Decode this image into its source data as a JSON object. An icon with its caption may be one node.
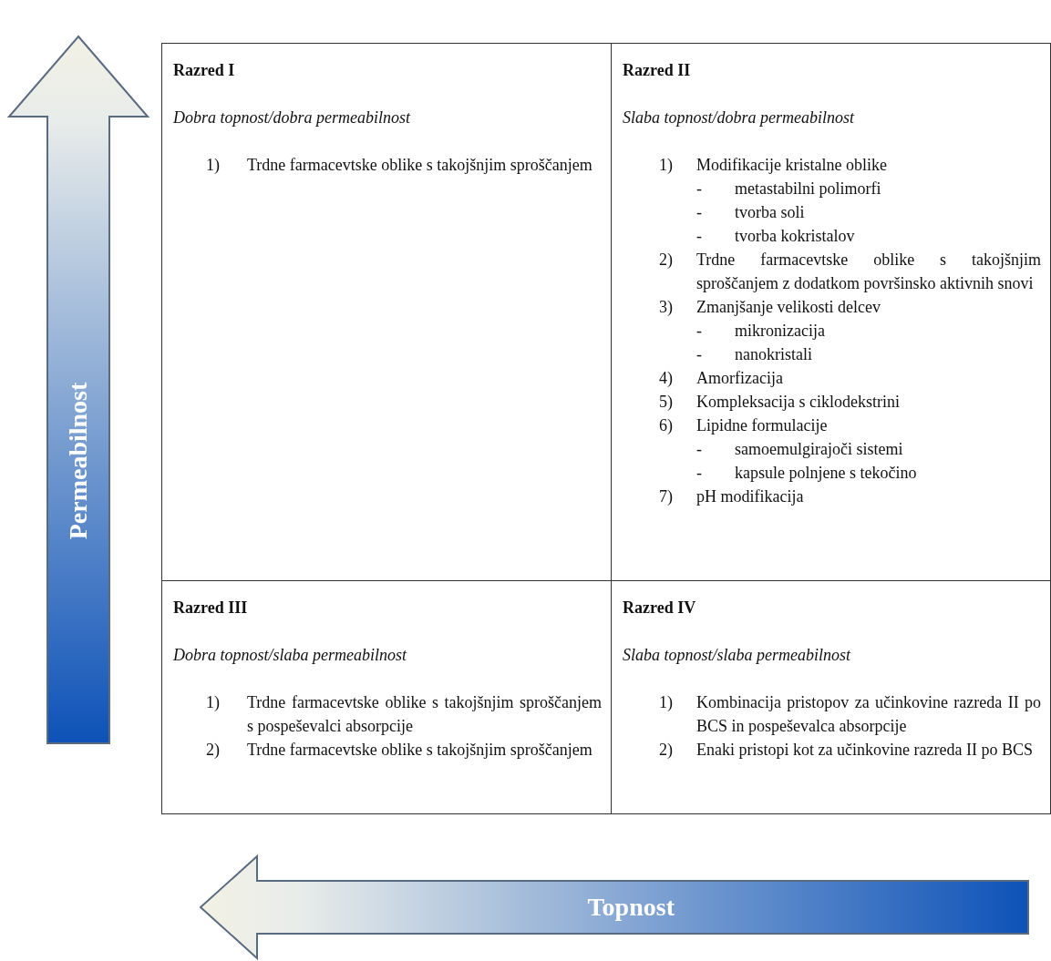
{
  "diagram": {
    "nodes": [
      {
        "text": [
          "Razred I",
          "Dobra topnost/dobra permeabilnost",
          "1) Trdne farmacevtske oblike s takojšnjim sproščanjem"
        ]
      },
      {
        "text": [
          "Razred II",
          "Slaba topnost/dobra permeabilnost",
          "1) Modifikacije kristalne oblike",
          "- metastabilni polimorfi",
          "- tvorba soli",
          "- tvorba kokristalov",
          "2) Trdne farmacevtske oblike s takojšnjim sproščanjem z dodatkom površinsko aktivnih snovi",
          "3) Zmanjšanje velikosti delcev",
          "- mikronizacija",
          "- nanokristali",
          "4) Amorfizacija",
          "5) Kompleksacija s ciklodekstrini",
          "6) Lipidne formulacije",
          "- samoemulgirajoči sistemi",
          "- kapsule polnjene s tekočino",
          "7) pH modifikacija"
        ]
      },
      {
        "text": [
          "Razred III",
          "Dobra topnost/slaba permeabilnost",
          "1) Trdne farmacevtske oblike s takojšnjim sproščanjem s pospeševalci absorpcije",
          "2) Trdne farmacevtske oblike s takojšnjim sproščanjem"
        ]
      },
      {
        "text": [
          "Razred IV",
          "Slaba topnost/slaba permeabilnost",
          "1) Kombinacija pristopov za učinkovine razreda II po BCS in pospeševalca absorpcije",
          "2) Enaki pristopi kot za učinkovine razreda II po BCS"
        ]
      },
      {
        "text": [
          "Permeabilnost"
        ]
      },
      {
        "text": [
          "Topnost"
        ]
      }
    ]
  }
}
